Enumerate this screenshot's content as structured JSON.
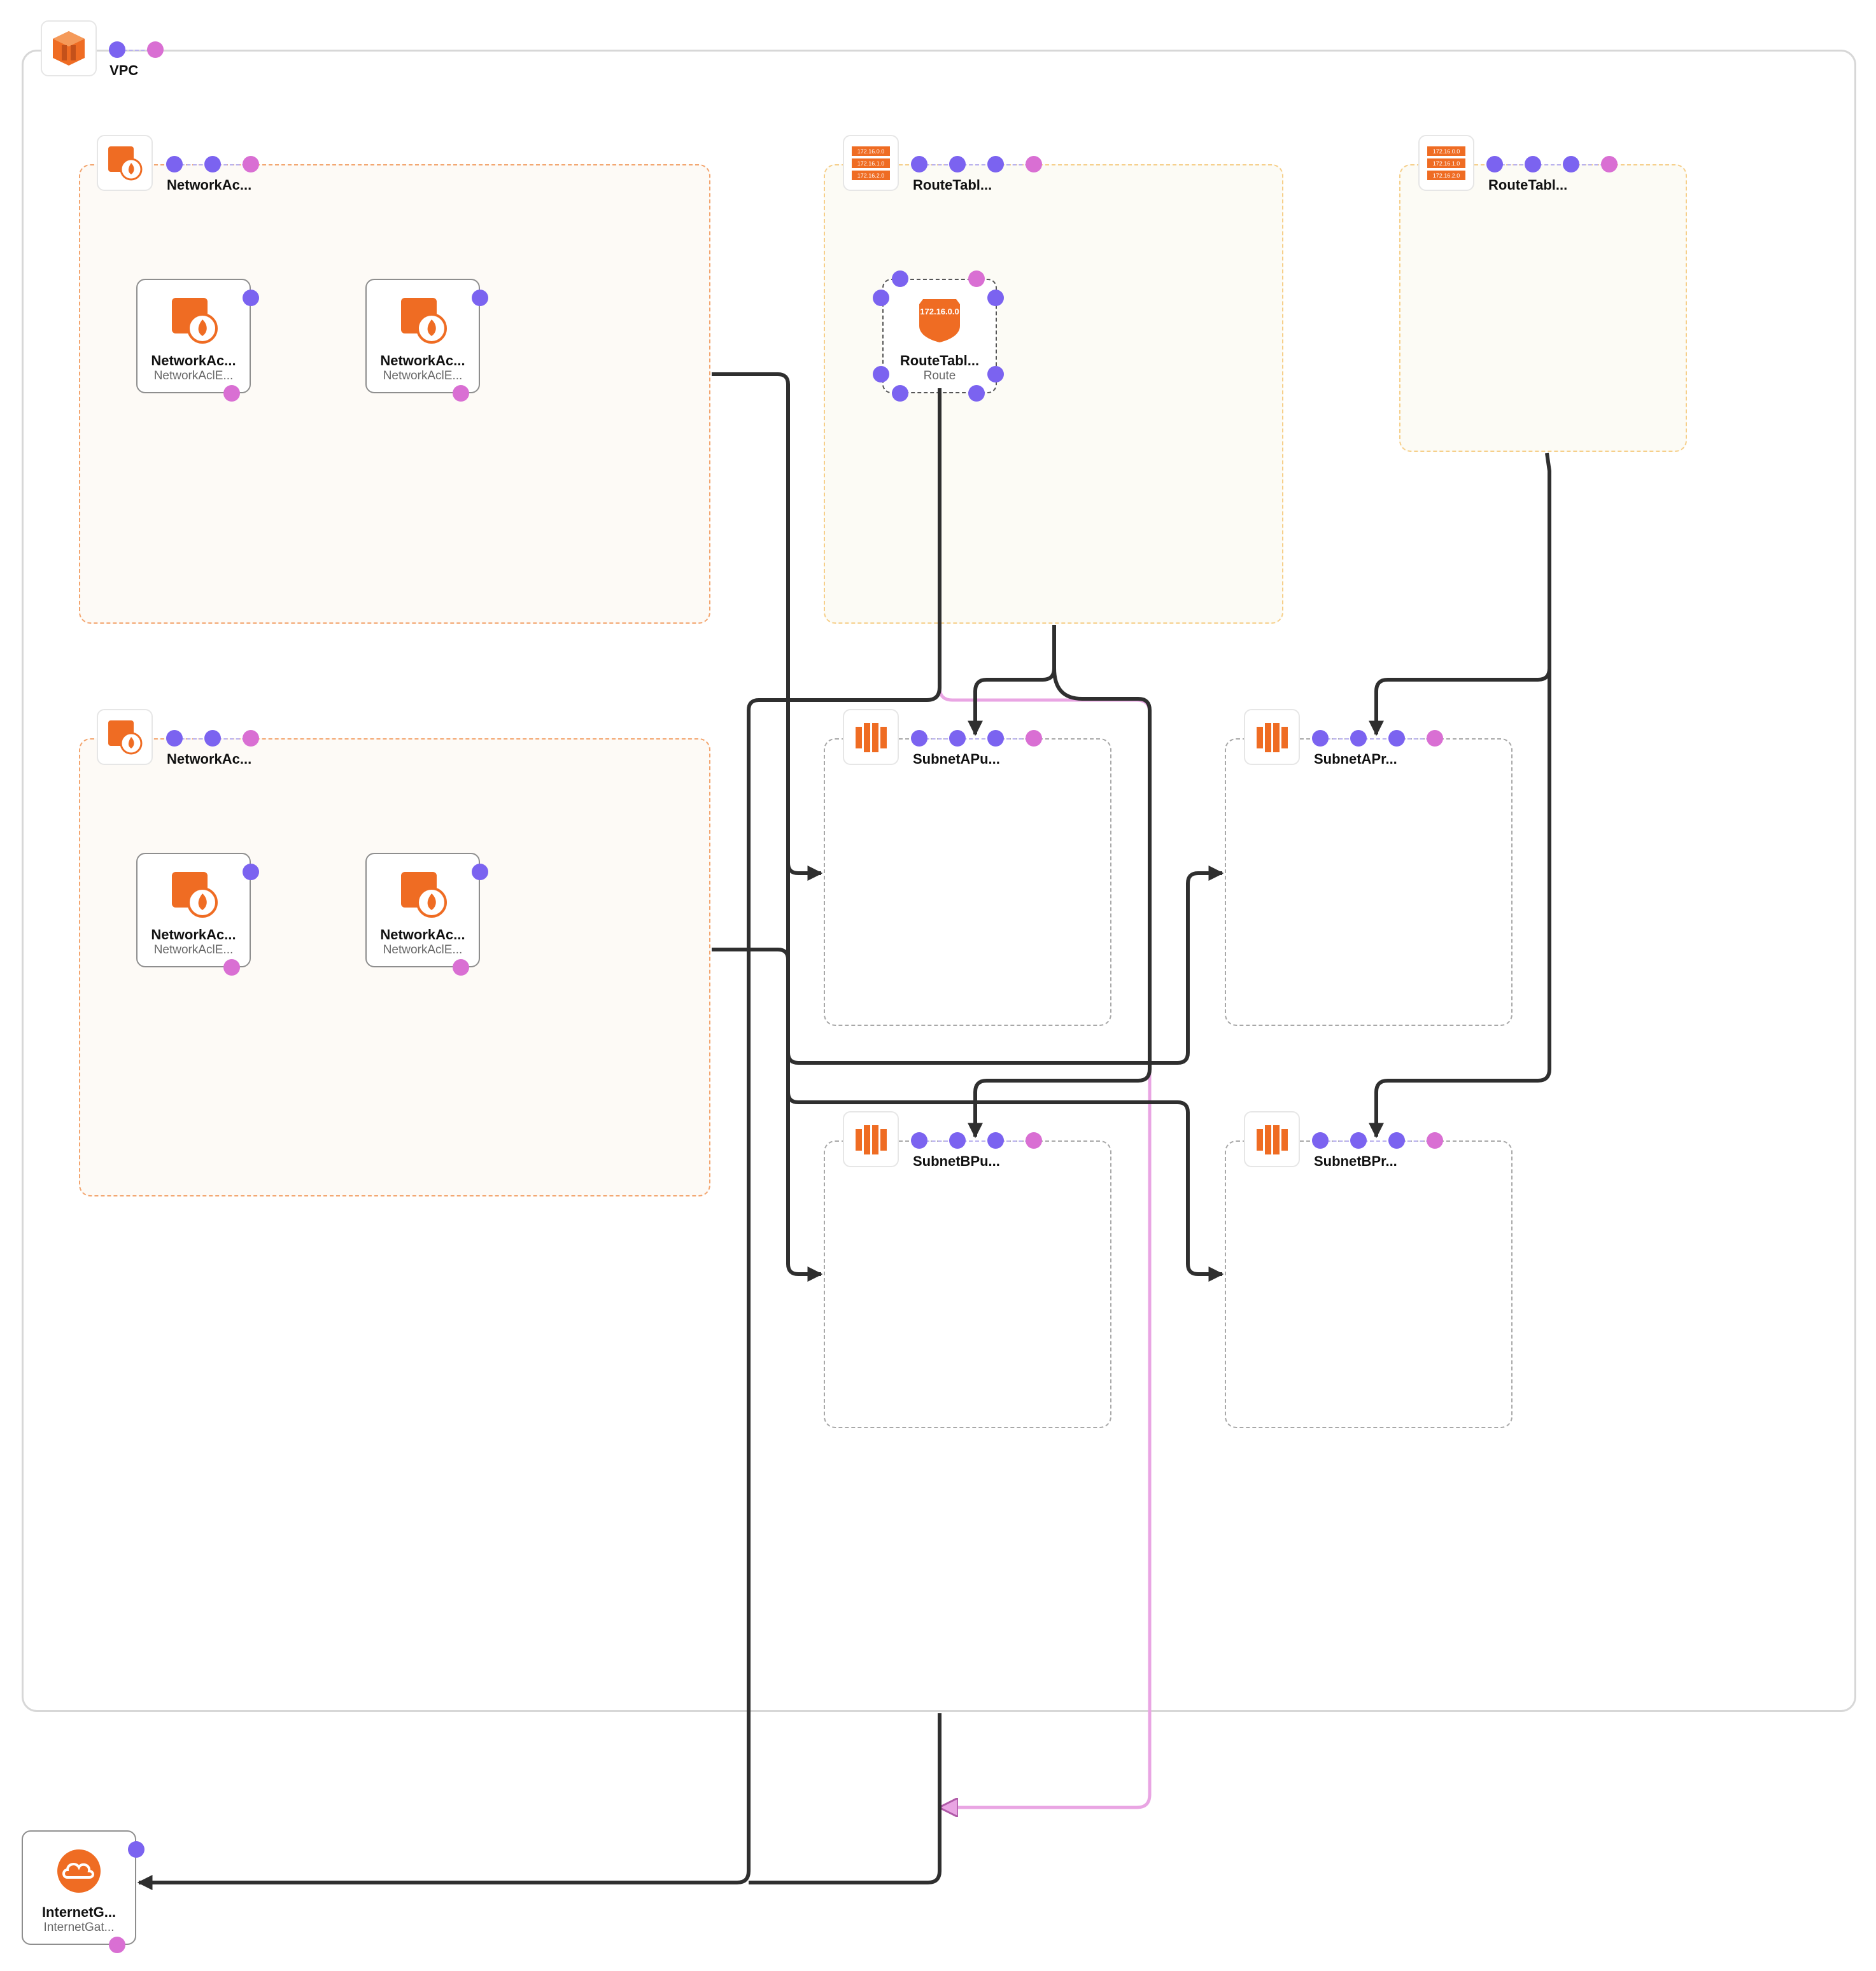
{
  "colors": {
    "input_port": "#7b63f0",
    "output_port": "#d96fd3",
    "aws_orange": "#ef6c23",
    "edge": "#2f2f2f",
    "edge_highlight": "#e9a5e3"
  },
  "vpc": {
    "label": "VPC",
    "icon": "vpc-icon"
  },
  "network_acls": [
    {
      "label": "NetworkAc...",
      "icon": "network-acl-icon",
      "entries": [
        {
          "name": "NetworkAc...",
          "type": "NetworkAclE...",
          "icon": "network-acl-entry-icon"
        },
        {
          "name": "NetworkAc...",
          "type": "NetworkAclE...",
          "icon": "network-acl-entry-icon"
        }
      ]
    },
    {
      "label": "NetworkAc...",
      "icon": "network-acl-icon",
      "entries": [
        {
          "name": "NetworkAc...",
          "type": "NetworkAclE...",
          "icon": "network-acl-entry-icon"
        },
        {
          "name": "NetworkAc...",
          "type": "NetworkAclE...",
          "icon": "network-acl-entry-icon"
        }
      ]
    }
  ],
  "route_tables": [
    {
      "label": "RouteTabl...",
      "icon": "route-table-icon",
      "icon_text": [
        "172.16.0.0",
        "172.16.1.0",
        "172.16.2.0"
      ],
      "route": {
        "name": "RouteTabl...",
        "type": "Route",
        "badge": "172.16.0.0",
        "icon": "route-icon"
      }
    },
    {
      "label": "RouteTabl...",
      "icon": "route-table-icon",
      "icon_text": [
        "172.16.0.0",
        "172.16.1.0",
        "172.16.2.0"
      ]
    }
  ],
  "subnets": [
    {
      "label": "SubnetAPu...",
      "icon": "subnet-icon"
    },
    {
      "label": "SubnetAPr...",
      "icon": "subnet-icon"
    },
    {
      "label": "SubnetBPu...",
      "icon": "subnet-icon"
    },
    {
      "label": "SubnetBPr...",
      "icon": "subnet-icon"
    }
  ],
  "internet_gateway": {
    "name": "InternetG...",
    "type": "InternetGat...",
    "icon": "internet-gateway-icon"
  }
}
